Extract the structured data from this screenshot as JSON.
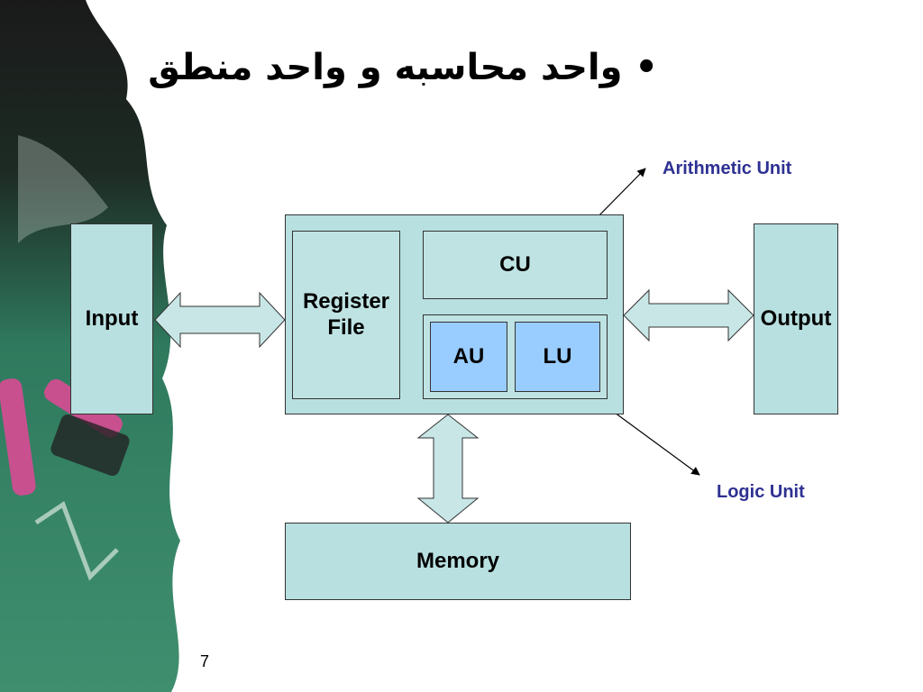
{
  "slide": {
    "title": "• واحد محاسبه و واحد منطق",
    "page_number": "7"
  },
  "diagram": {
    "input_label": "Input",
    "output_label": "Output",
    "register_file_label": "Register\nFile",
    "cu_label": "CU",
    "au_label": "AU",
    "lu_label": "LU",
    "memory_label": "Memory",
    "callouts": {
      "arithmetic_unit": "Arithmetic Unit",
      "logic_unit": "Logic Unit"
    }
  },
  "colors": {
    "box_fill": "#b8e0e0",
    "unit_fill": "#99ccff",
    "callout_text": "#2e3192",
    "chalkboard": "#2a6b52"
  },
  "icons": {
    "chalk": "chalk-pieces-icon"
  }
}
